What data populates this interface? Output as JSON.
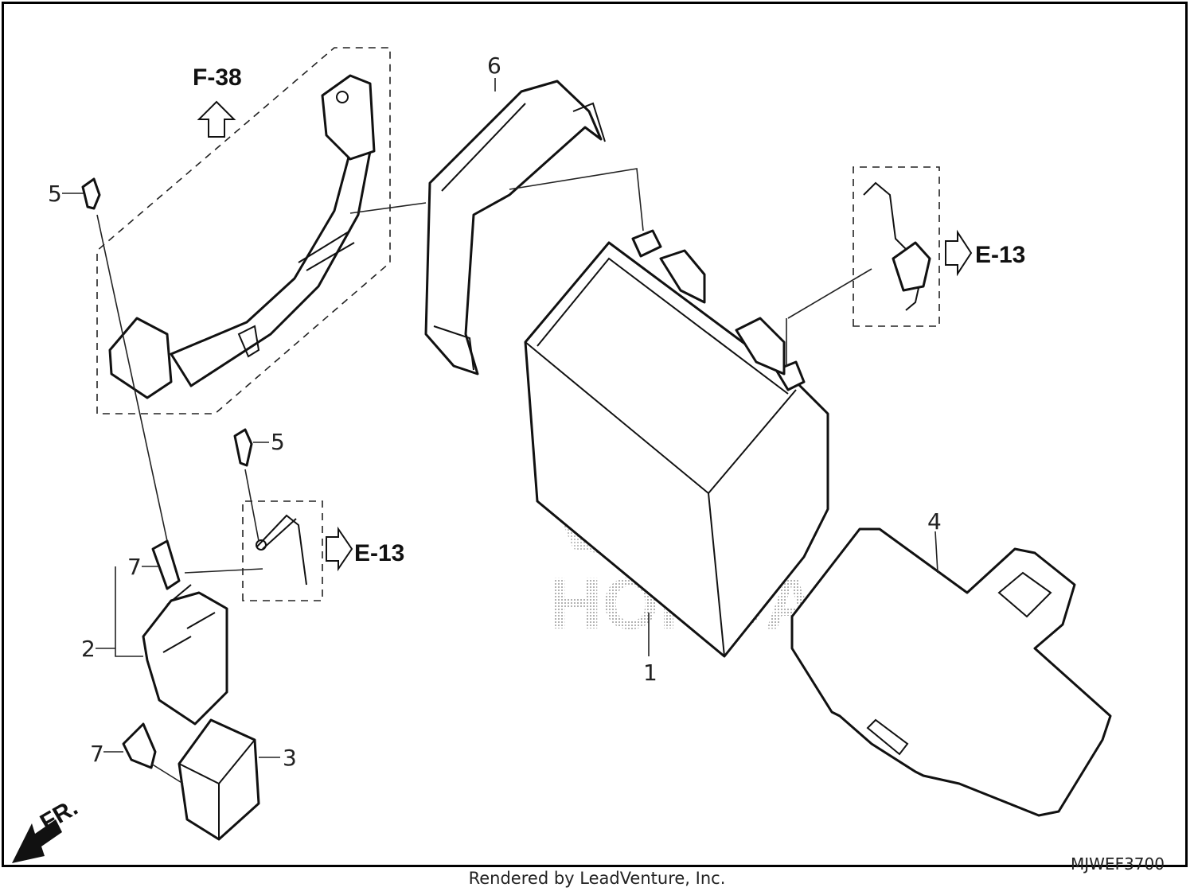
{
  "diagram": {
    "refs": {
      "f38": "F-38",
      "e13_upper": "E-13",
      "e13_lower": "E-13"
    },
    "callouts": {
      "c1": "1",
      "c2": "2",
      "c3": "3",
      "c4": "4",
      "c5_upper": "5",
      "c5_lower": "5",
      "c6": "6",
      "c7_upper": "7",
      "c7_lower": "7"
    },
    "front_label": "FR.",
    "code": "MJWEF3700",
    "watermark": "HONDA"
  },
  "footer": {
    "credit": "Rendered by LeadVenture, Inc."
  },
  "colors": {
    "line": "#111111",
    "watermark": "#bcbcbc",
    "background": "#ffffff"
  }
}
